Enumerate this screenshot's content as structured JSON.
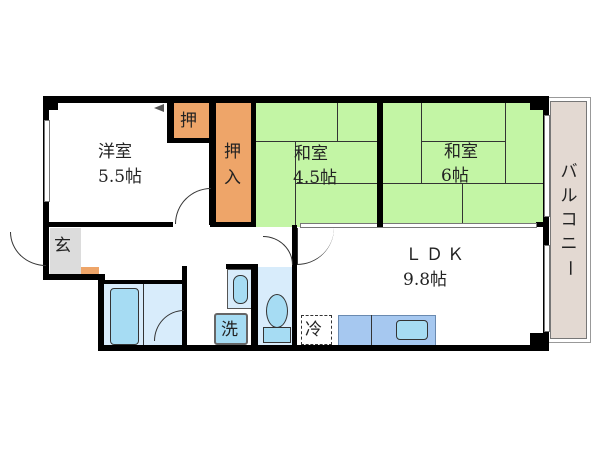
{
  "floorplan": {
    "rooms": {
      "western_room": {
        "name": "洋室",
        "size": "5.5帖"
      },
      "closet_small": {
        "name": "押"
      },
      "closet_tall": {
        "name": "押入",
        "line1": "押",
        "line2": "入"
      },
      "japanese_room_1": {
        "name": "和室",
        "size": "4.5帖"
      },
      "japanese_room_2": {
        "name": "和室",
        "size": "6帖"
      },
      "ldk": {
        "name": "ＬＤＫ",
        "size": "9.8帖"
      },
      "balcony": {
        "name": "バルコニー",
        "chars": [
          "バ",
          "ル",
          "コ",
          "ニ",
          "ー"
        ]
      },
      "entrance": {
        "name": "玄"
      },
      "washer": {
        "name": "洗"
      },
      "fridge": {
        "name": "冷"
      }
    },
    "colors": {
      "tatami": "#c3f5a5",
      "closet": "#eea569",
      "wet_area": "#d8ecfb",
      "fixture": "#a6dcf3",
      "balcony": "#e3d9d2",
      "entrance": "#dcdcdc",
      "wall": "#000000"
    }
  }
}
